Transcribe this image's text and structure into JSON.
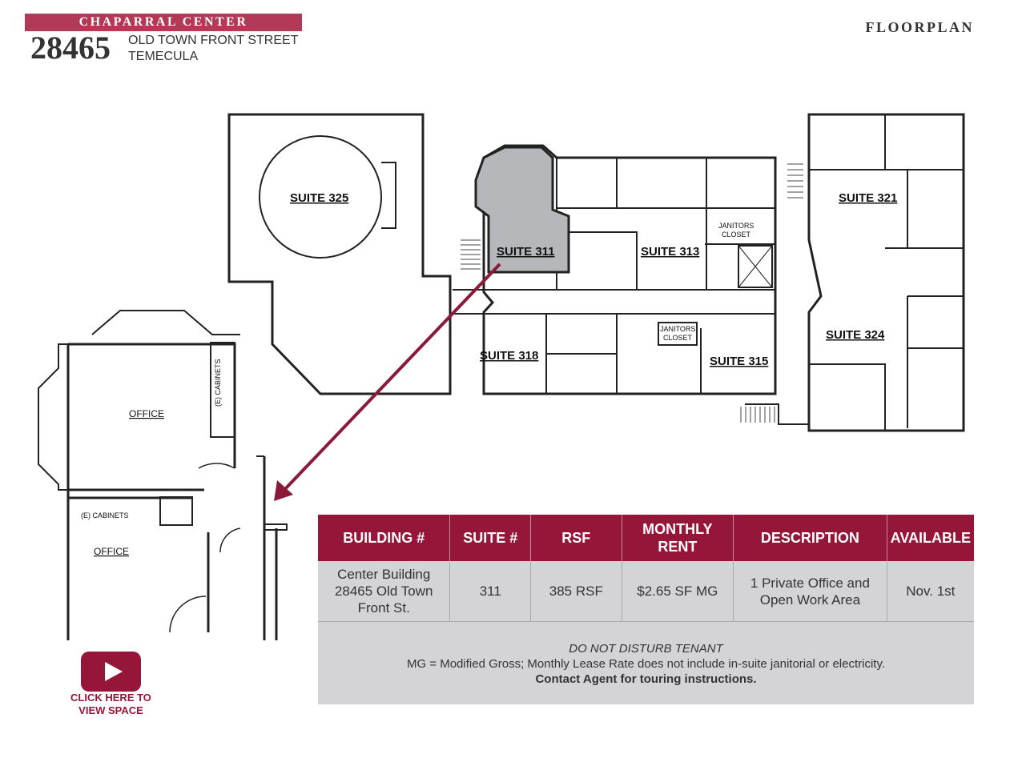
{
  "header": {
    "banner": "CHAPARRAL CENTER",
    "building_number": "28465",
    "address_line1": "OLD TOWN FRONT STREET",
    "address_line2": "TEMECULA",
    "page_title": "FLOORPLAN"
  },
  "floorplan": {
    "suites": [
      "SUITE 325",
      "SUITE 311",
      "SUITE 313",
      "SUITE 321",
      "SUITE 318",
      "SUITE 315",
      "SUITE 324"
    ],
    "janitors_closet_1": [
      "JANITORS",
      "CLOSET"
    ],
    "janitors_closet_2": [
      "JANITORS",
      "CLOSET"
    ],
    "highlight_color": "#b5b7bb",
    "arrow_color": "#8b1a3a"
  },
  "detail_plan": {
    "office_top": "OFFICE",
    "office_bottom": "OFFICE",
    "cabinets_vertical": "(E) CABINETS",
    "cabinets_horizontal": "(E) CABINETS"
  },
  "table": {
    "headers": [
      "BUILDING #",
      "SUITE #",
      "RSF",
      "MONTHLY RENT",
      "DESCRIPTION",
      "AVAILABLE"
    ],
    "row": {
      "building": "Center Building 28465 Old Town Front St.",
      "suite": "311",
      "rsf": "385 RSF",
      "rent": "$2.65 SF MG",
      "description": "1 Private Office and Open Work Area",
      "available": "Nov. 1st"
    },
    "header_color": "#96163a",
    "row_color": "#d4d4d6"
  },
  "notes": {
    "line1": "DO NOT DISTURB TENANT",
    "line2": "MG = Modified Gross; Monthly Lease Rate does not include in-suite janitorial or electricity.",
    "line3": "Contact Agent for touring instructions."
  },
  "cta": {
    "label": "CLICK HERE TO VIEW SPACE",
    "icon": "play-icon"
  }
}
